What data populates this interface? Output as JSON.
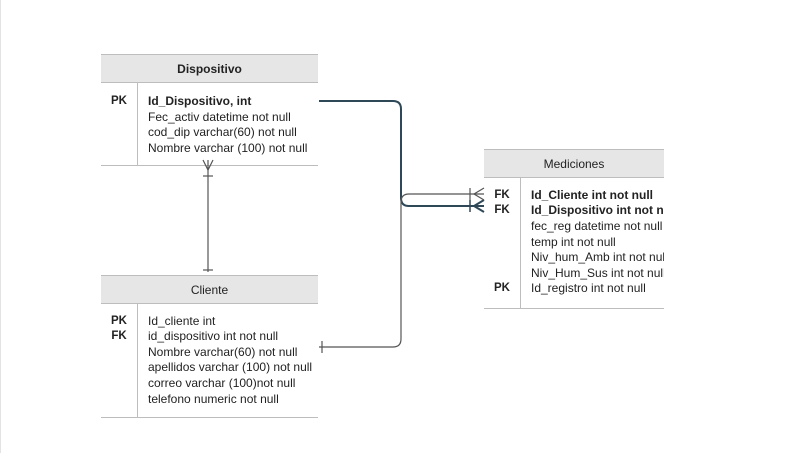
{
  "entities": {
    "dispositivo": {
      "title": "Dispositivo",
      "rows": [
        {
          "key": "PK",
          "text": "Id_Dispositivo, int"
        },
        {
          "key": "",
          "text": "Fec_activ datetime not null"
        },
        {
          "key": "",
          "text": "cod_dip varchar(60) not null"
        },
        {
          "key": "",
          "text": "Nombre varchar (100) not null"
        }
      ]
    },
    "cliente": {
      "title": "Cliente",
      "rows": [
        {
          "key": "PK",
          "text": "Id_cliente int"
        },
        {
          "key": "FK",
          "text": "id_dispositivo int not null"
        },
        {
          "key": "",
          "text": "Nombre varchar(60) not null"
        },
        {
          "key": "",
          "text": "apellidos varchar (100) not null"
        },
        {
          "key": "",
          "text": "correo varchar (100)not null"
        },
        {
          "key": "",
          "text": "telefono numeric not null"
        }
      ]
    },
    "mediciones": {
      "title": "Mediciones",
      "rows": [
        {
          "key": "FK",
          "text": "Id_Cliente int not null"
        },
        {
          "key": "FK",
          "text": "Id_Dispositivo int not null"
        },
        {
          "key": "",
          "text": "fec_reg datetime not null"
        },
        {
          "key": "",
          "text": "temp int not null"
        },
        {
          "key": "",
          "text": "Niv_hum_Amb int not null"
        },
        {
          "key": "",
          "text": "Niv_Hum_Sus int not null"
        },
        {
          "key": "PK",
          "text": "Id_registro int not null"
        }
      ]
    }
  },
  "colors": {
    "header_bg": "#e6e6e6",
    "border": "#bdbdbd",
    "relation_line": "#2f4858",
    "relation_line_light": "#555555"
  }
}
